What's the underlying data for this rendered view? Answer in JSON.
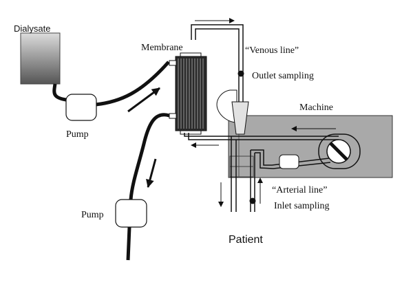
{
  "labels": {
    "dialysate": "Dialysate",
    "membrane": "Membrane",
    "venous_line": "“Venous  line”",
    "outlet_sampling": "Outlet sampling",
    "machine": "Machine",
    "pump_top": "Pump",
    "pump_bottom": "Pump",
    "arterial_line": "“Arterial  line”",
    "inlet_sampling": "Inlet sampling",
    "patient": "Patient"
  },
  "colors": {
    "tube": "#111111",
    "machine_fill": "#a9a9a9",
    "dialysate_top": "#dcdcdc",
    "dialysate_bottom": "#555555",
    "membrane_fill": "#2a2a2a"
  },
  "icons": {
    "rotor": "roller-pump-rotor-icon",
    "clamp": "line-clamp-icon",
    "sampling_port": "sampling-port-icon",
    "flow_arrow": "flow-direction-arrow-icon"
  }
}
